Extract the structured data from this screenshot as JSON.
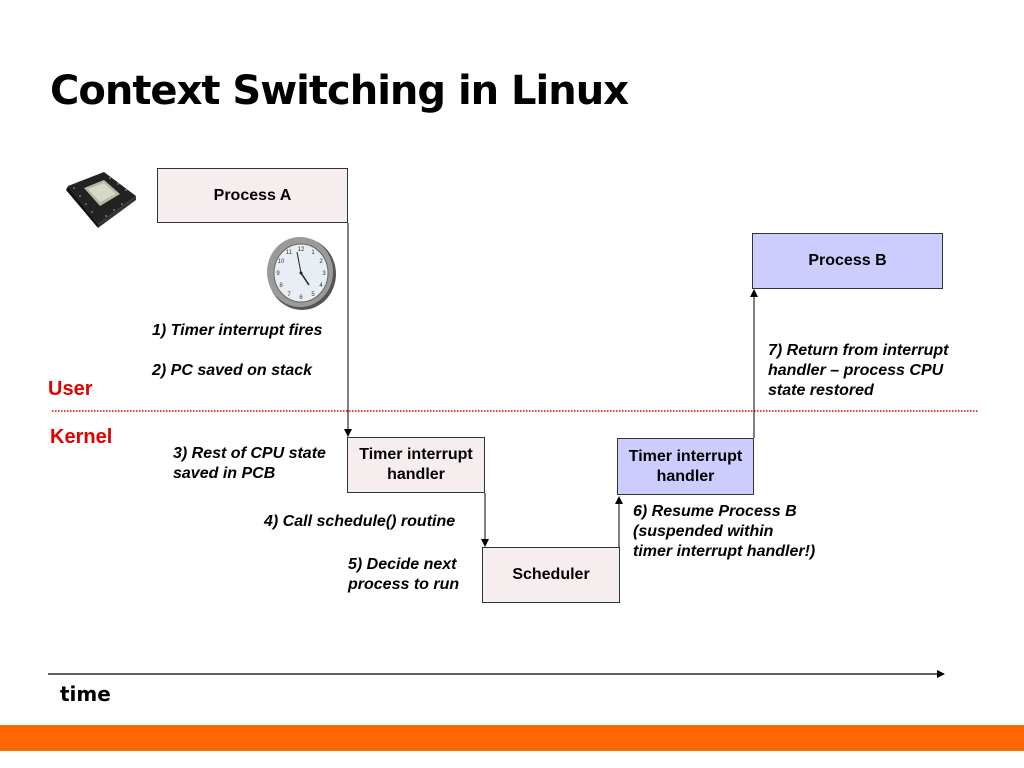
{
  "title": "Context Switching in Linux",
  "lanes": {
    "user": "User",
    "kernel": "Kernel"
  },
  "boxes": {
    "process_a": "Process A",
    "process_b": "Process B",
    "timer_handler_1": "Timer interrupt handler",
    "timer_handler_2": "Timer interrupt handler",
    "scheduler": "Scheduler"
  },
  "steps": {
    "s1": "1) Timer interrupt fires",
    "s2": "2) PC saved on stack",
    "s3_line1": "3) Rest of CPU state",
    "s3_line2": "saved in PCB",
    "s4": "4) Call  schedule() routine",
    "s5_line1": "5) Decide next",
    "s5_line2": "process to run",
    "s6_line1": "6) Resume Process B",
    "s6_line2": "(suspended within",
    "s6_line3": "timer interrupt handler!)",
    "s7_line1": "7) Return from interrupt",
    "s7_line2": "handler – process CPU",
    "s7_line3": "state restored"
  },
  "axis": {
    "label": "time"
  },
  "colors": {
    "process_a_fill": "#f6eeee",
    "process_b_fill": "#ccccff",
    "lane_label": "#e00000",
    "divider": "#e00000",
    "footer": "#ff6600"
  },
  "icons": {
    "cpu": "cpu-chip-icon",
    "clock": "wall-clock-icon"
  }
}
